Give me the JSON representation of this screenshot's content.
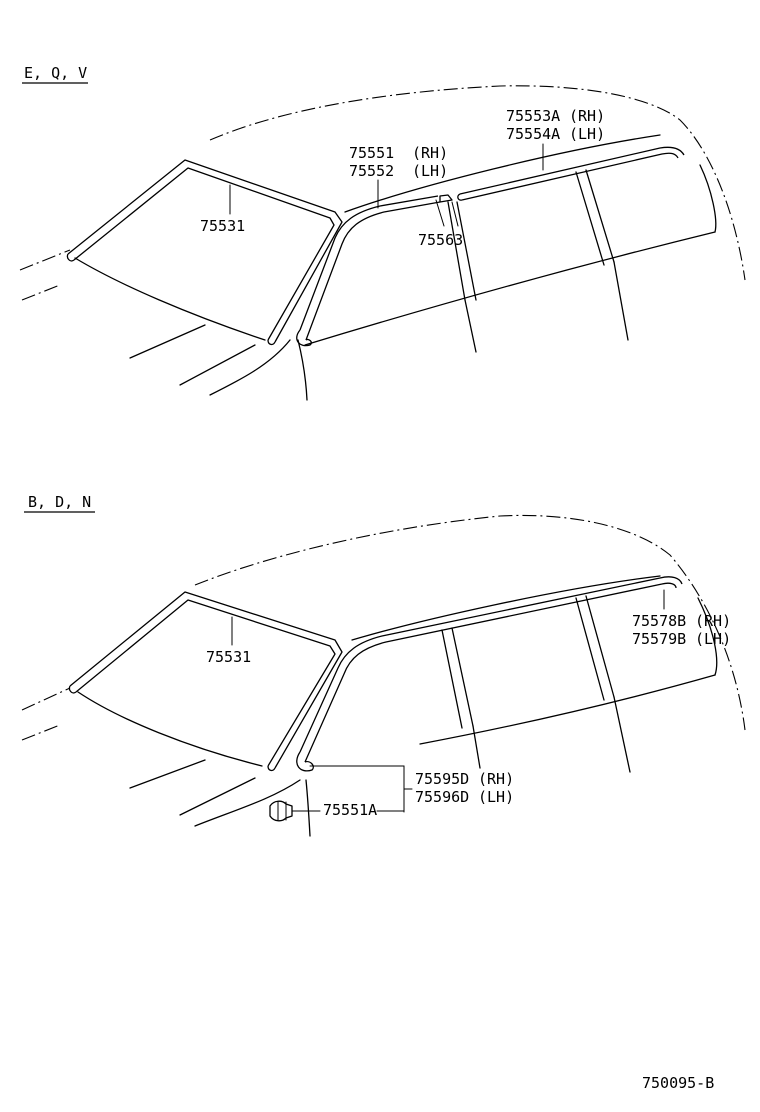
{
  "sections": [
    {
      "variant": "E, Q, V",
      "callouts": [
        {
          "part": "75531",
          "side": ""
        },
        {
          "part": "75551",
          "side": "(RH)"
        },
        {
          "part": "75552",
          "side": "(LH)"
        },
        {
          "part": "75553A",
          "side": "(RH)"
        },
        {
          "part": "75554A",
          "side": "(LH)"
        },
        {
          "part": "75563",
          "side": ""
        }
      ]
    },
    {
      "variant": "B, D, N",
      "callouts": [
        {
          "part": "75531",
          "side": ""
        },
        {
          "part": "75578B",
          "side": "(RH)"
        },
        {
          "part": "75579B",
          "side": "(LH)"
        },
        {
          "part": "75595D",
          "side": "(RH)"
        },
        {
          "part": "75596D",
          "side": "(LH)"
        },
        {
          "part": "75551A",
          "side": ""
        }
      ]
    }
  ],
  "diagram_code": "750095-B"
}
